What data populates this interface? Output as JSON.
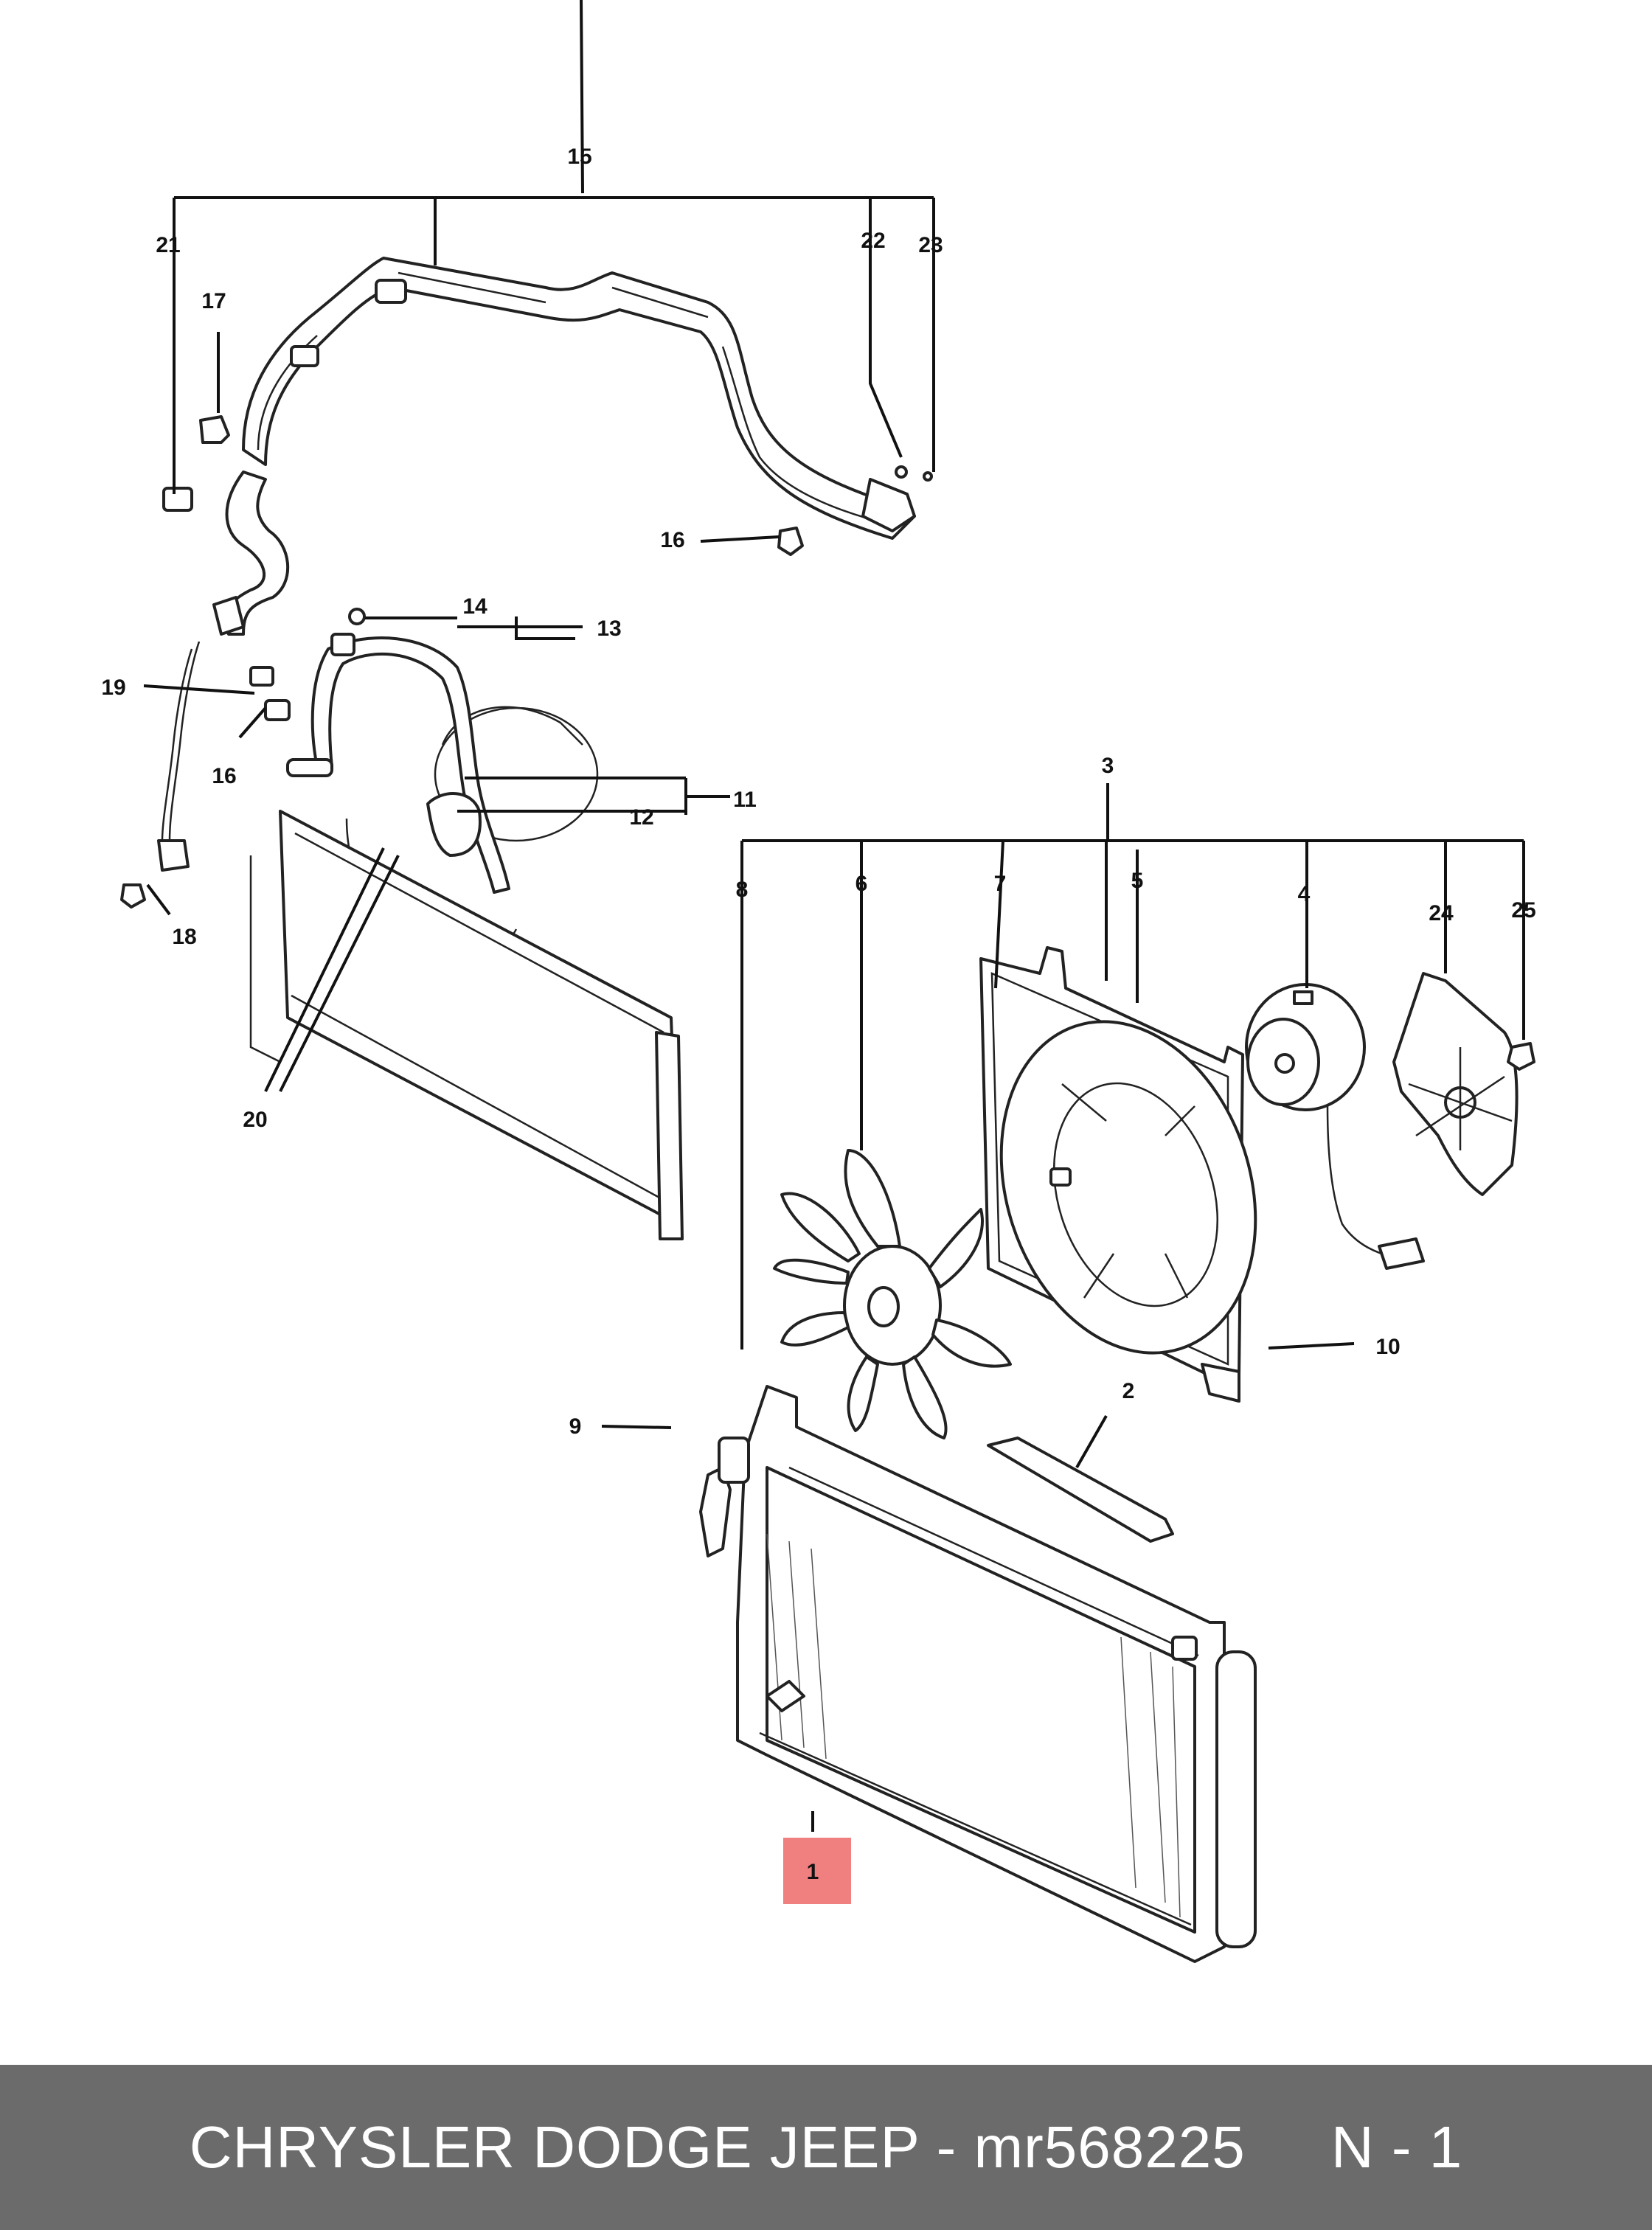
{
  "callouts": {
    "c1": "1",
    "c2": "2",
    "c3": "3",
    "c4": "4",
    "c5": "5",
    "c6": "6",
    "c7": "7",
    "c8": "8",
    "c9": "9",
    "c10": "10",
    "c11": "11",
    "c12": "12",
    "c13": "13",
    "c14": "14",
    "c15": "15",
    "c16a": "16",
    "c16b": "16",
    "c17": "17",
    "c18": "18",
    "c19": "19",
    "c20": "20",
    "c21": "21",
    "c22": "22",
    "c23": "23",
    "c24": "24",
    "c25": "25"
  },
  "highlight": {
    "part": "1",
    "color": "#f08080"
  },
  "footer": {
    "text": "CHRYSLER DODGE JEEP - mr568225     N - 1"
  }
}
